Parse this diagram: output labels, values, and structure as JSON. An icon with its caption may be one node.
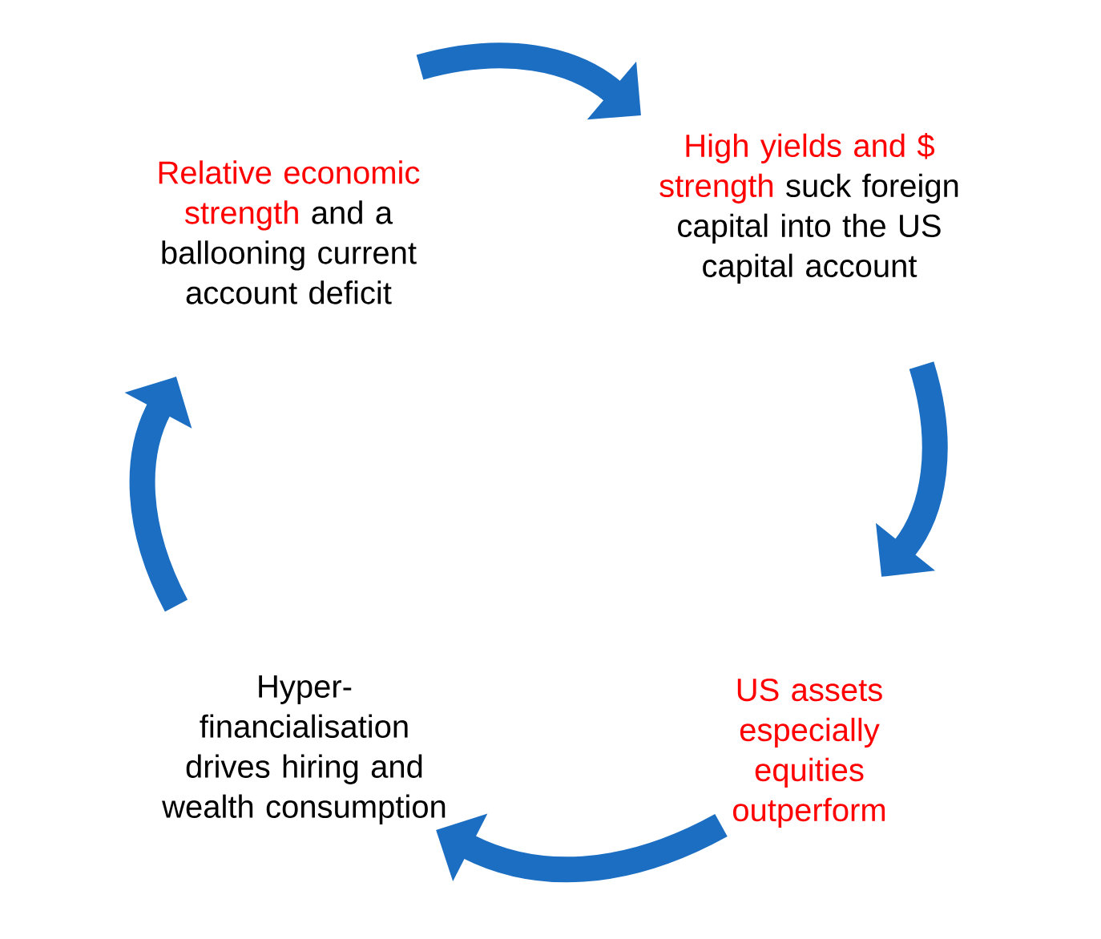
{
  "diagram": {
    "nodes": [
      {
        "text": [
          "Relative economic strength",
          "and a ballooning current account deficit"
        ]
      },
      {
        "text": [
          "High yields and $ strength",
          "suck foreign capital into the US capital account"
        ]
      },
      {
        "text": [
          "US assets especially equities outperform"
        ]
      },
      {
        "text": [
          "Hyper-financialisation drives hiring and wealth consumption"
        ]
      }
    ],
    "edges": [
      {
        "from": 0,
        "to": 1,
        "arrow": "to"
      },
      {
        "from": 1,
        "to": 2,
        "arrow": "to"
      },
      {
        "from": 2,
        "to": 3,
        "arrow": "to"
      },
      {
        "from": 3,
        "to": 0,
        "arrow": "to"
      }
    ]
  }
}
